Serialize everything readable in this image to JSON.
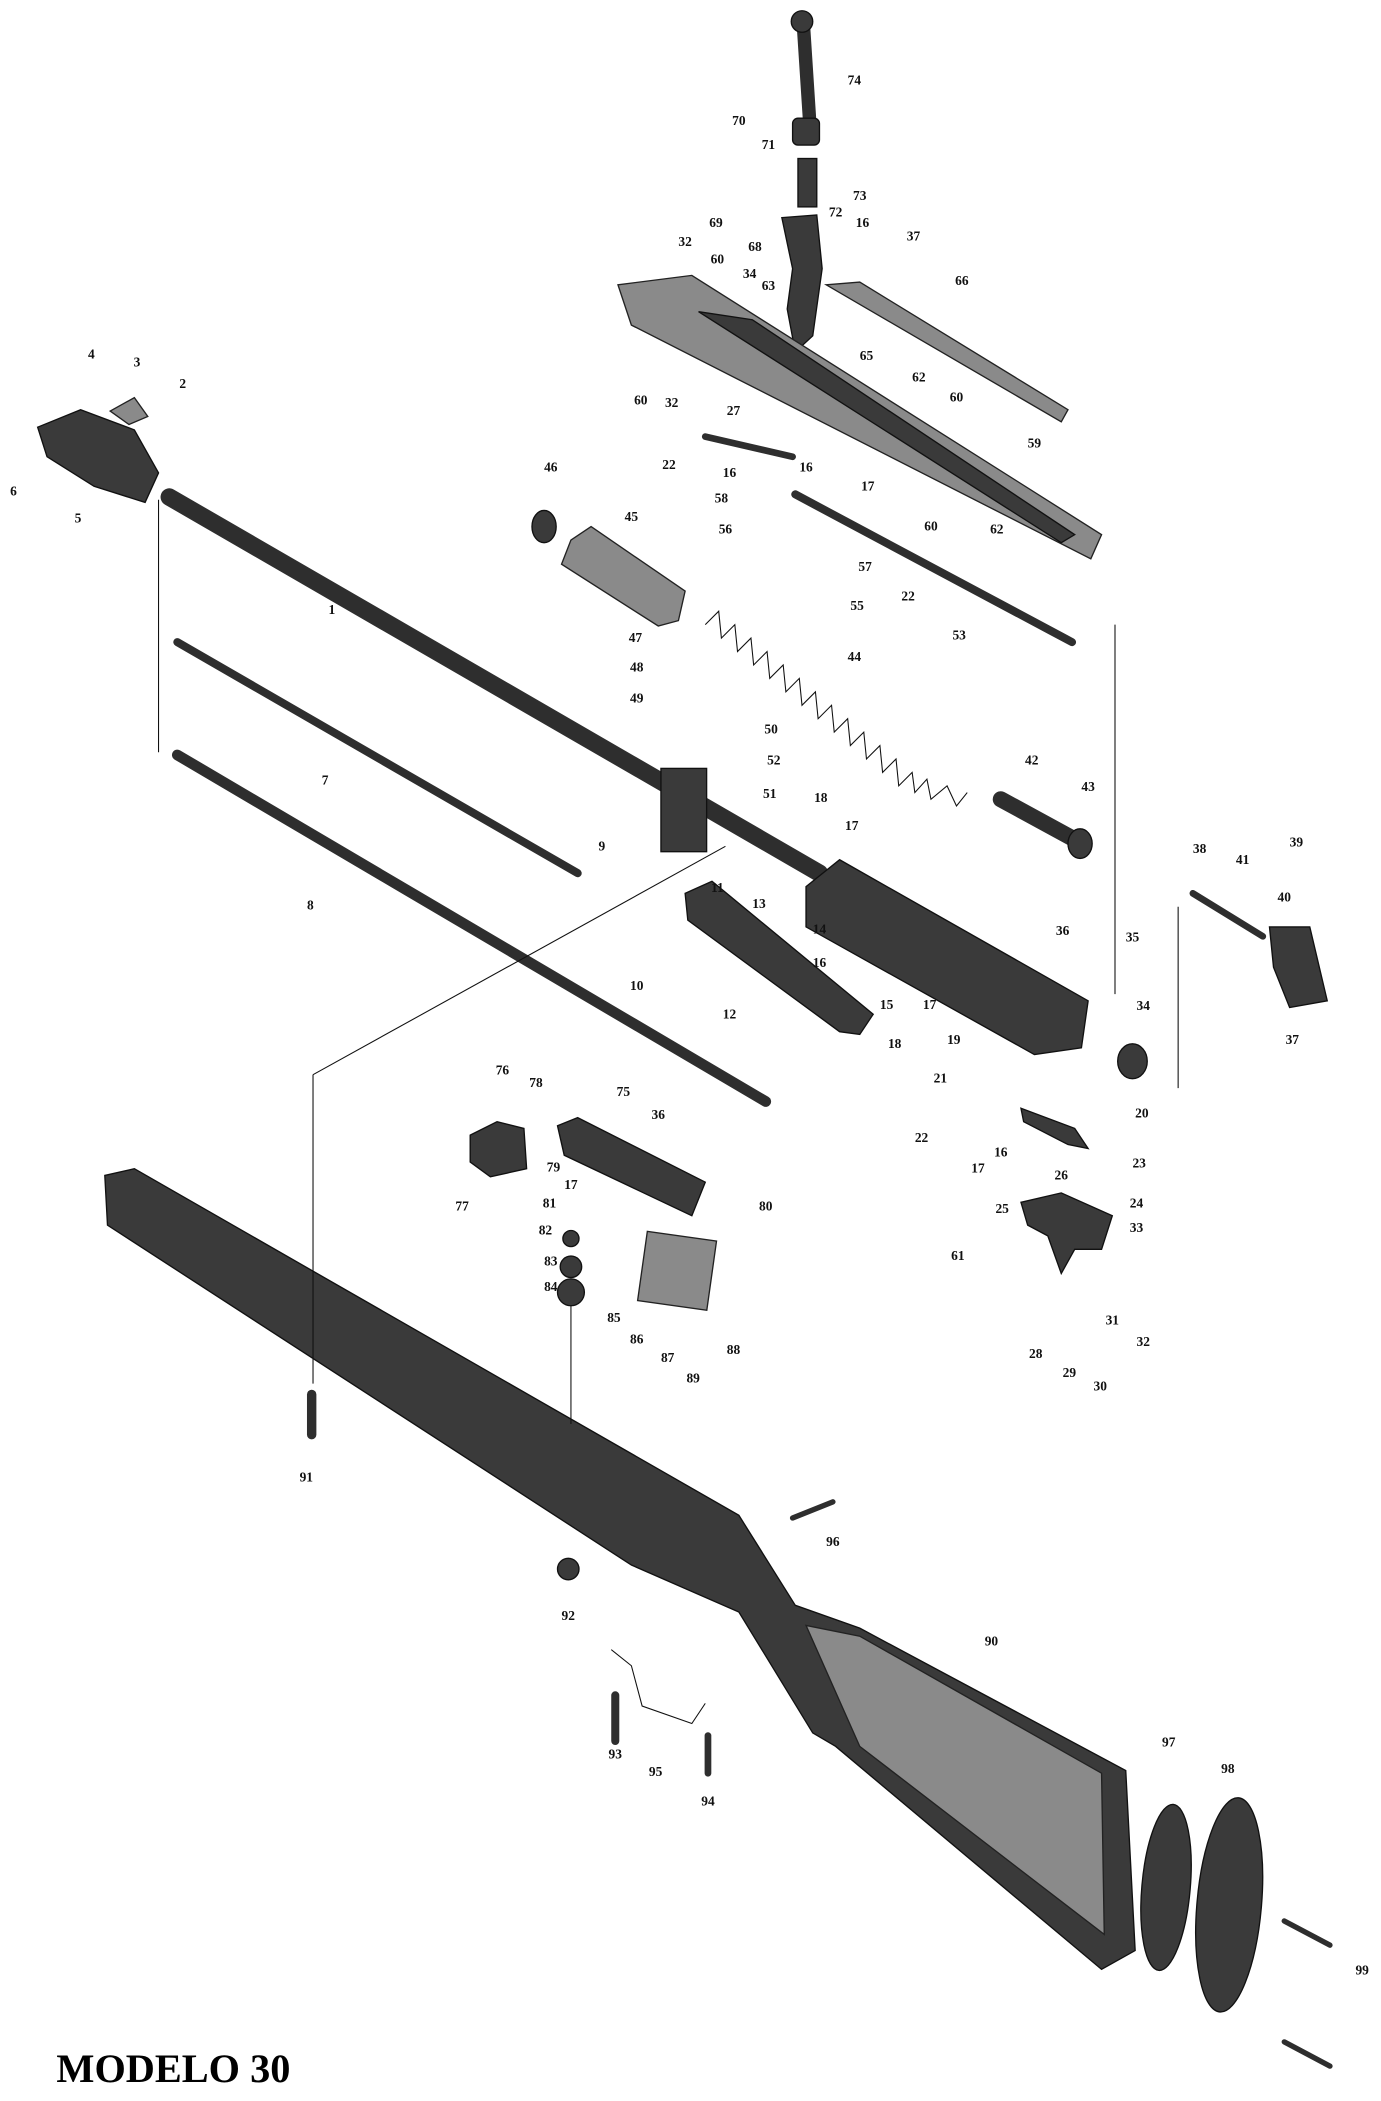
{
  "title": "MODELO 30",
  "part_labels": [
    "74",
    "70",
    "71",
    "73",
    "69",
    "72",
    "16",
    "37",
    "68",
    "32",
    "60",
    "34",
    "63",
    "66",
    "65",
    "60",
    "32",
    "4",
    "3",
    "2",
    "6",
    "5",
    "62",
    "60",
    "27",
    "22",
    "16",
    "16",
    "17",
    "58",
    "59",
    "46",
    "45",
    "60",
    "62",
    "56",
    "57",
    "22",
    "55",
    "53",
    "1",
    "47",
    "48",
    "49",
    "44",
    "50",
    "52",
    "51",
    "7",
    "42",
    "43",
    "18",
    "17",
    "9",
    "8",
    "38",
    "41",
    "39",
    "40",
    "11",
    "13",
    "14",
    "36",
    "35",
    "10",
    "16",
    "15",
    "17",
    "18",
    "34",
    "37",
    "12",
    "19",
    "20",
    "21",
    "76",
    "78",
    "75",
    "36",
    "22",
    "16",
    "23",
    "17",
    "79",
    "17",
    "77",
    "80",
    "26",
    "24",
    "25",
    "81",
    "33",
    "82",
    "61",
    "83",
    "31",
    "84",
    "85",
    "86",
    "87",
    "88",
    "89",
    "28",
    "29",
    "30",
    "32",
    "91",
    "96",
    "92",
    "90",
    "93",
    "95",
    "94",
    "97",
    "98",
    "99"
  ]
}
